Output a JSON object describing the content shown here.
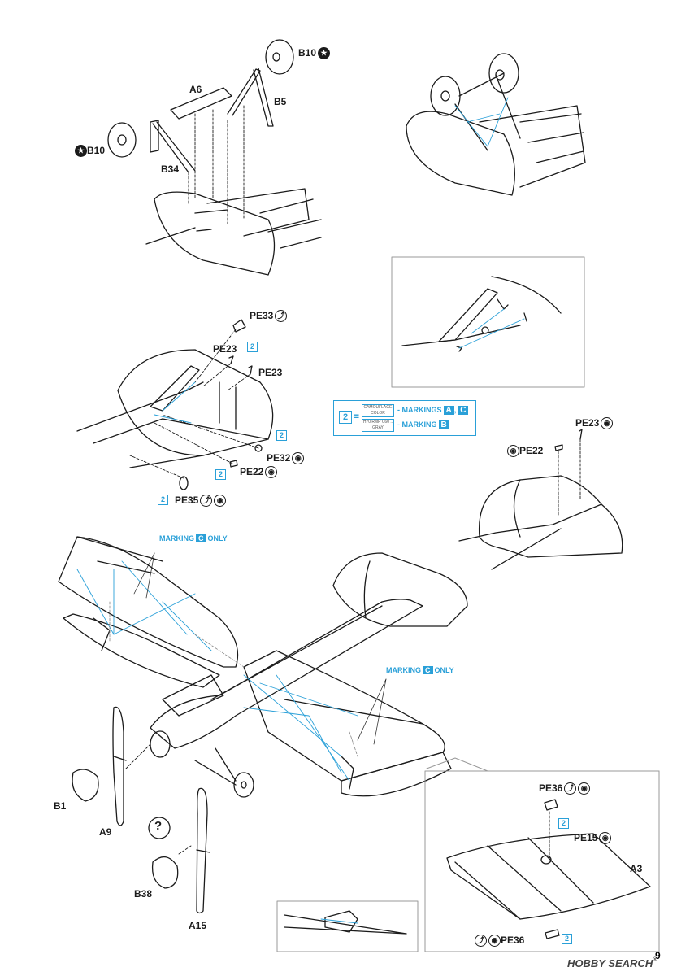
{
  "page_number": "9",
  "watermark": {
    "text": "HOBBY SEARCH",
    "mark": "®"
  },
  "parts": {
    "a6": "A6",
    "b5": "B5",
    "b10_top": "B10",
    "b10_left": "B10",
    "b34": "B34",
    "pe33": "PE33",
    "pe23_a": "PE23",
    "pe23_b": "PE23",
    "pe32": "PE32",
    "pe22": "PE22",
    "pe35": "PE35",
    "pe23_right": "PE23",
    "pe22_right": "PE22",
    "b1": "B1",
    "a9": "A9",
    "b38": "B38",
    "a15": "A15",
    "pe36_top": "PE36",
    "pe15": "PE15",
    "a3": "A3",
    "pe36_bottom": "PE36"
  },
  "numbox_value": "2",
  "question_mark": "?",
  "notes": {
    "marking_c_only": {
      "prefix": "MARKING",
      "letter": "C",
      "suffix": "ONLY"
    }
  },
  "legend": {
    "number": "2",
    "equals": "=",
    "color_a_line1": "CAMOUFLAGE",
    "color_a_line2": "COLOR",
    "color_b_line1": "H70 RMP",
    "color_b_line2": "C60 ..",
    "color_b_line3": "GRAY",
    "marking_a_prefix": "- MARKINGS",
    "marking_a_letter1": "A",
    "marking_a_sep": ",",
    "marking_a_letter2": "C",
    "marking_b_prefix": "- MARKING",
    "marking_b_letter": "B"
  },
  "colors": {
    "ink": "#1b1b1b",
    "rigging_blue": "#2aa0d8",
    "frame_grey": "#999999"
  }
}
